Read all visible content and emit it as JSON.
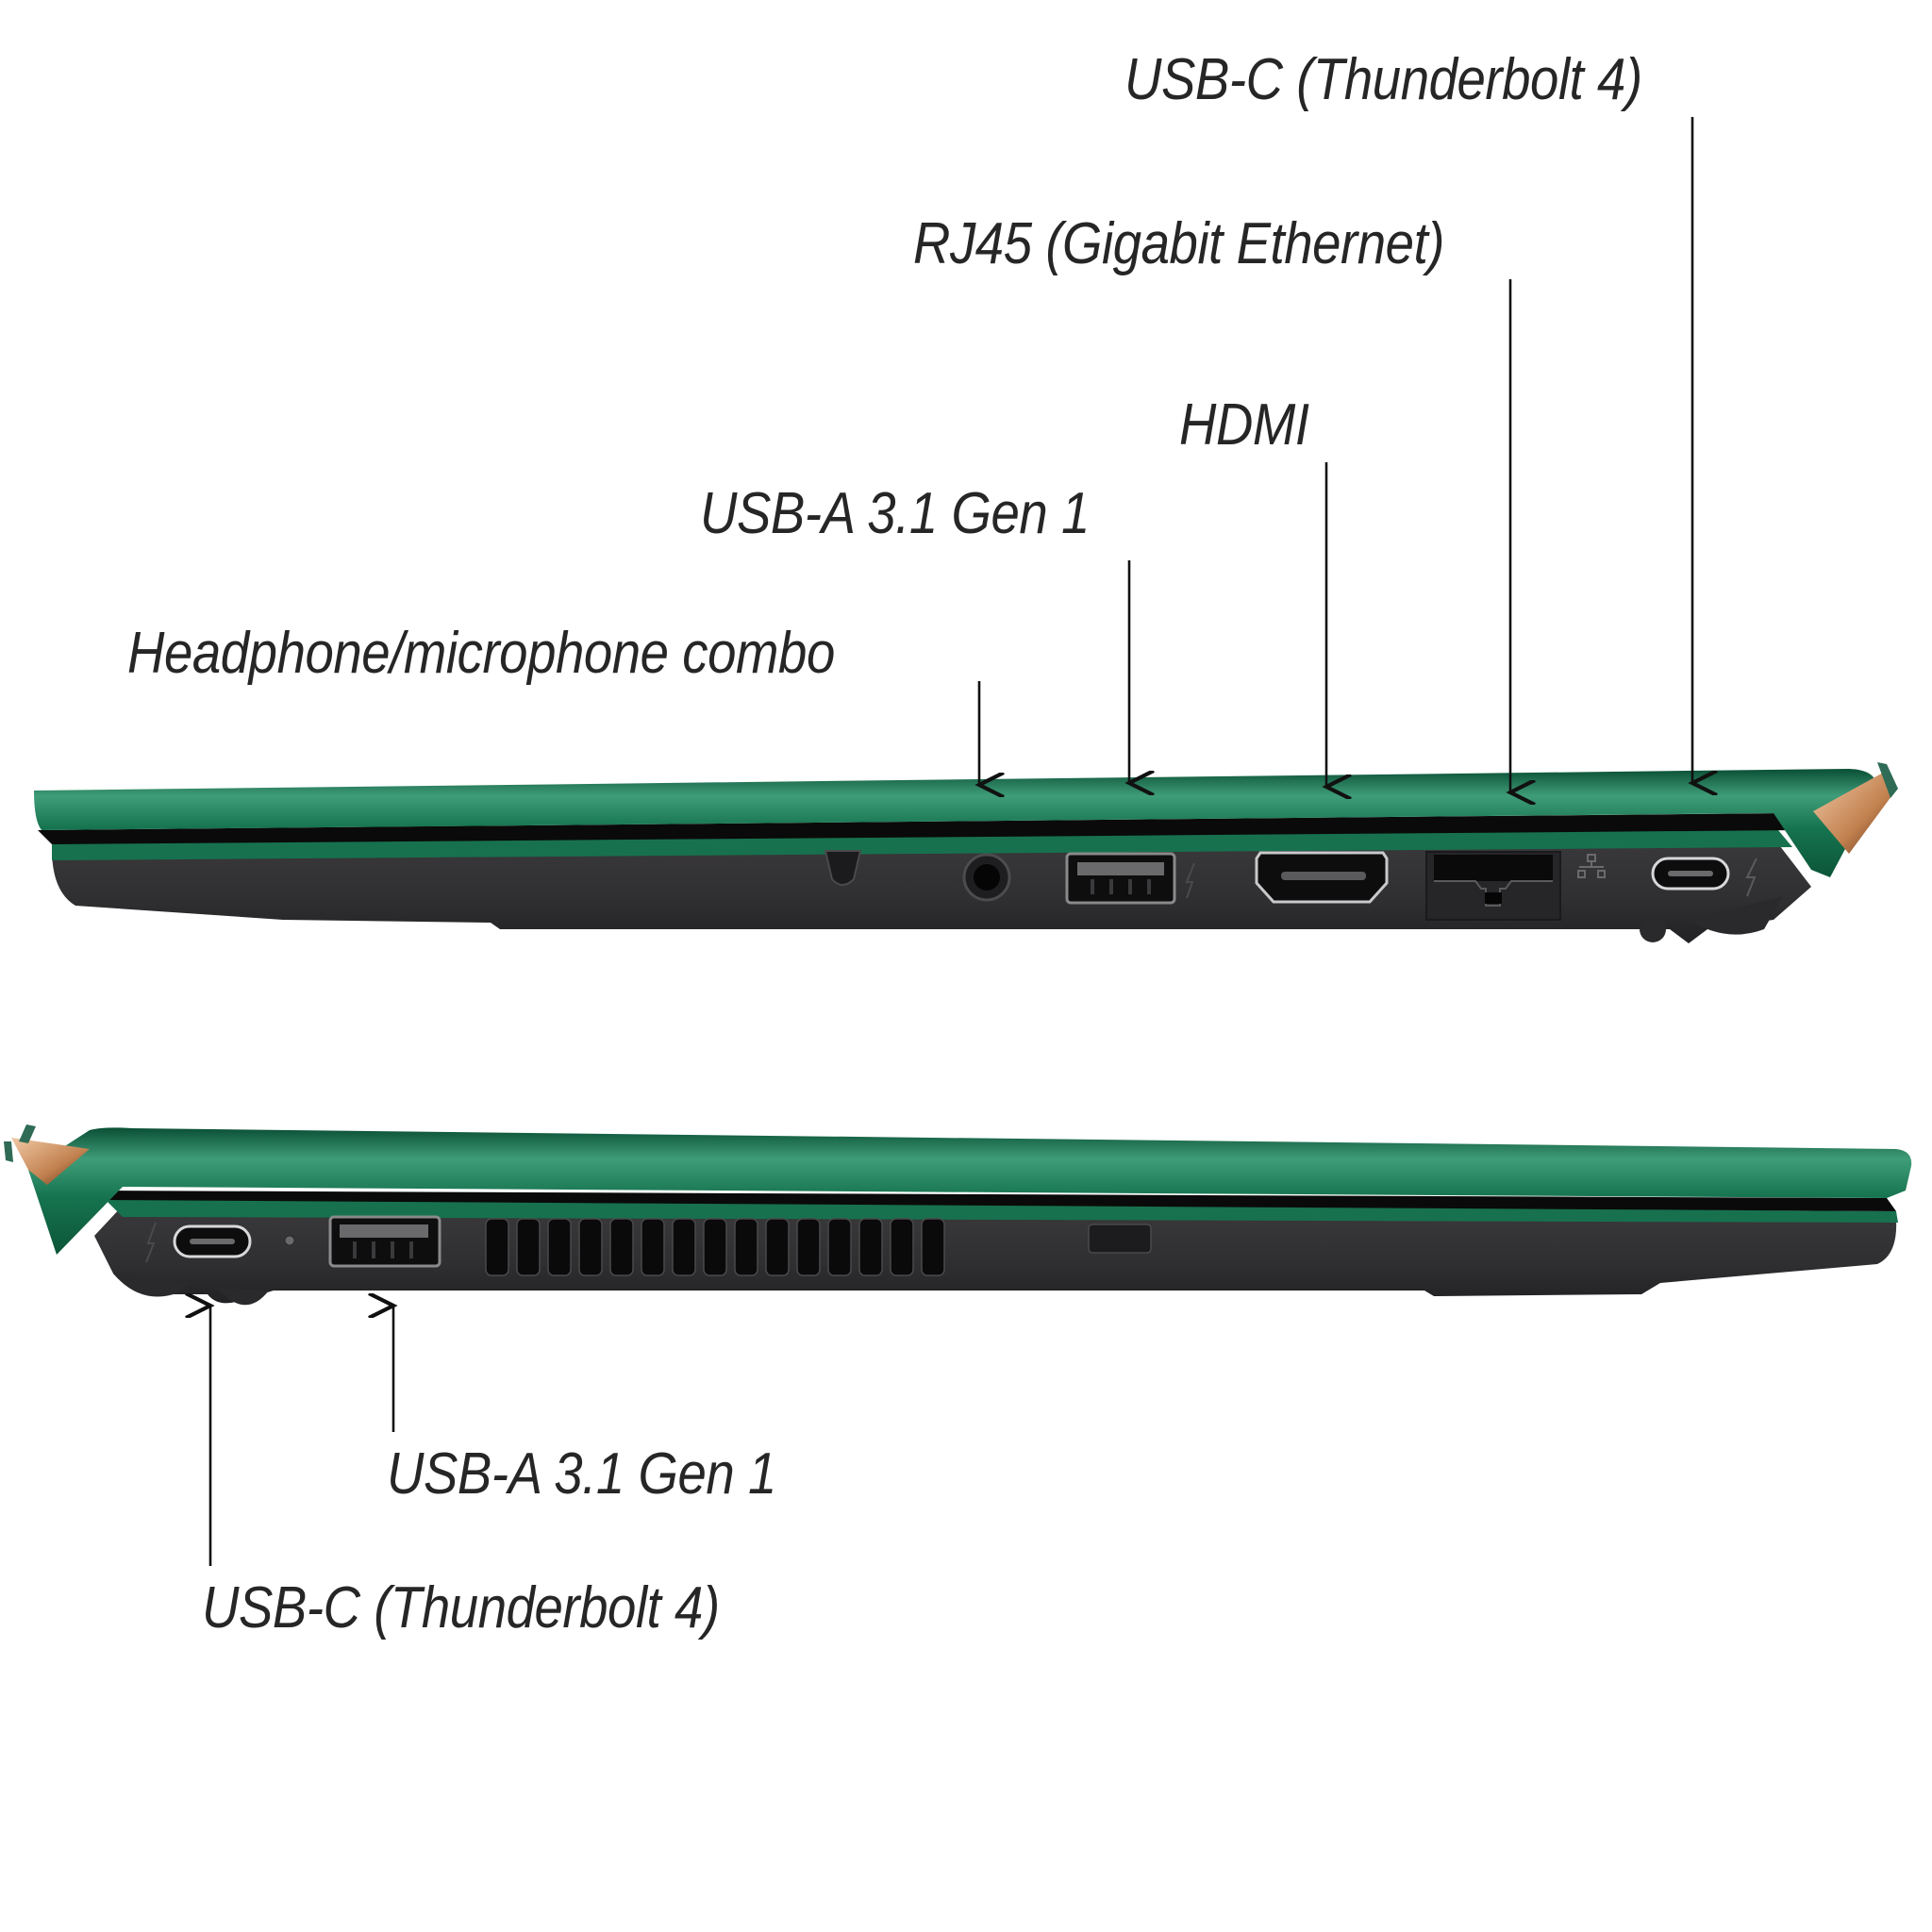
{
  "diagram": {
    "subject": "Laptop side port layout",
    "colors": {
      "lid_green": "#0f6a48",
      "lid_highlight": "#3d9b78",
      "base_dark": "#2e2d2f",
      "hinge_copper": "#c88a5e",
      "label_text": "#262626",
      "arrow": "#111111"
    },
    "right_side": {
      "labels": [
        {
          "id": "headphone",
          "text": "Headphone/microphone combo"
        },
        {
          "id": "usb-a",
          "text": "USB-A 3.1 Gen 1"
        },
        {
          "id": "hdmi",
          "text": "HDMI"
        },
        {
          "id": "rj45",
          "text": "RJ45 (Gigabit Ethernet)"
        },
        {
          "id": "usb-c",
          "text": "USB-C (Thunderbolt 4)"
        }
      ],
      "ports": [
        "headphone-jack",
        "usb-a",
        "hdmi",
        "rj45",
        "usb-c-thunderbolt"
      ]
    },
    "left_side": {
      "labels": [
        {
          "id": "usb-c",
          "text": "USB-C (Thunderbolt 4)"
        },
        {
          "id": "usb-a",
          "text": "USB-A 3.1 Gen 1"
        }
      ],
      "ports": [
        "usb-c-thunderbolt",
        "status-led",
        "usb-a",
        "air-vent",
        "security-slot"
      ],
      "vent_slot_count": 15
    },
    "icons": {
      "thunderbolt": "thunderbolt-icon",
      "network": "network-icon"
    }
  }
}
